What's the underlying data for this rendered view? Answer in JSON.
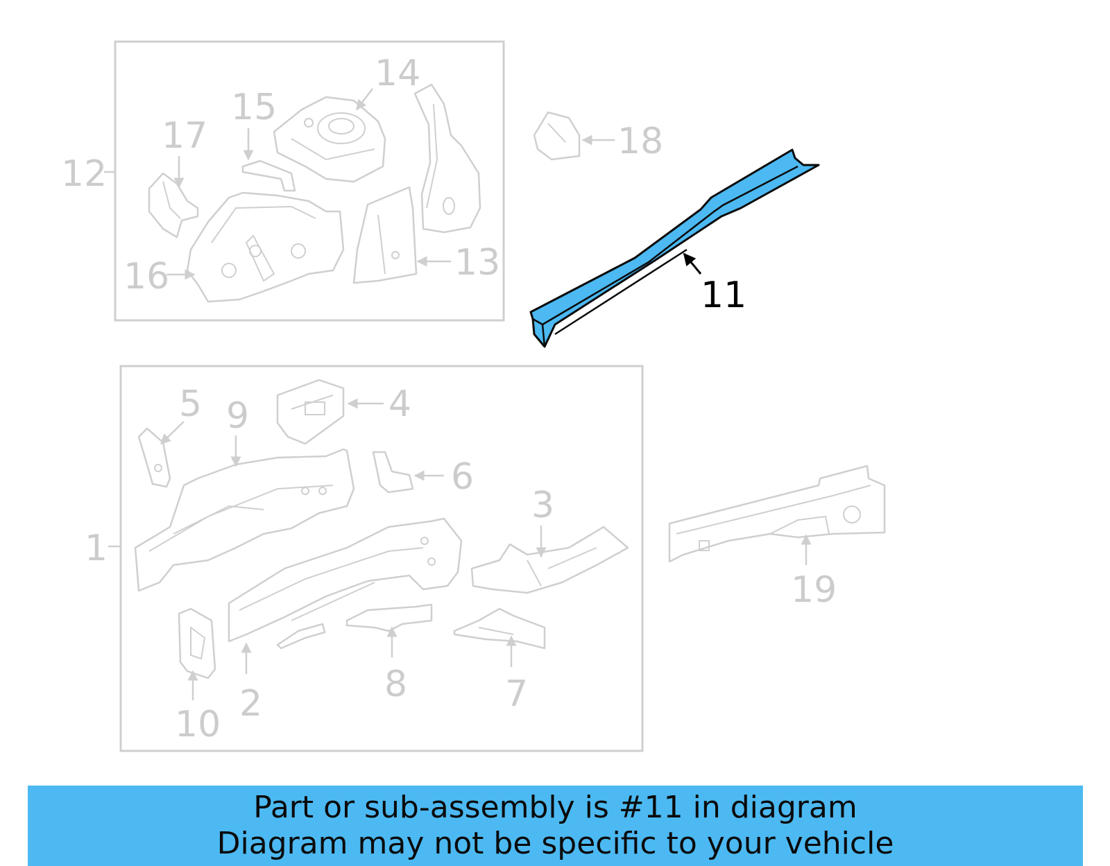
{
  "callouts": {
    "c1": "1",
    "c2": "2",
    "c3": "3",
    "c4": "4",
    "c5": "5",
    "c6": "6",
    "c7": "7",
    "c8": "8",
    "c9": "9",
    "c10": "10",
    "c11": "11",
    "c12": "12",
    "c13": "13",
    "c14": "14",
    "c15": "15",
    "c16": "16",
    "c17": "17",
    "c18": "18",
    "c19": "19"
  },
  "highlighted_part": "11",
  "colors": {
    "highlight": "#4cb9f2",
    "outline_gray": "#cfcfcf",
    "callout_gray": "#cccccc"
  },
  "banner": {
    "line1": "Part or sub-assembly is #11 in diagram",
    "line2": "Diagram may not be specific to your vehicle"
  }
}
